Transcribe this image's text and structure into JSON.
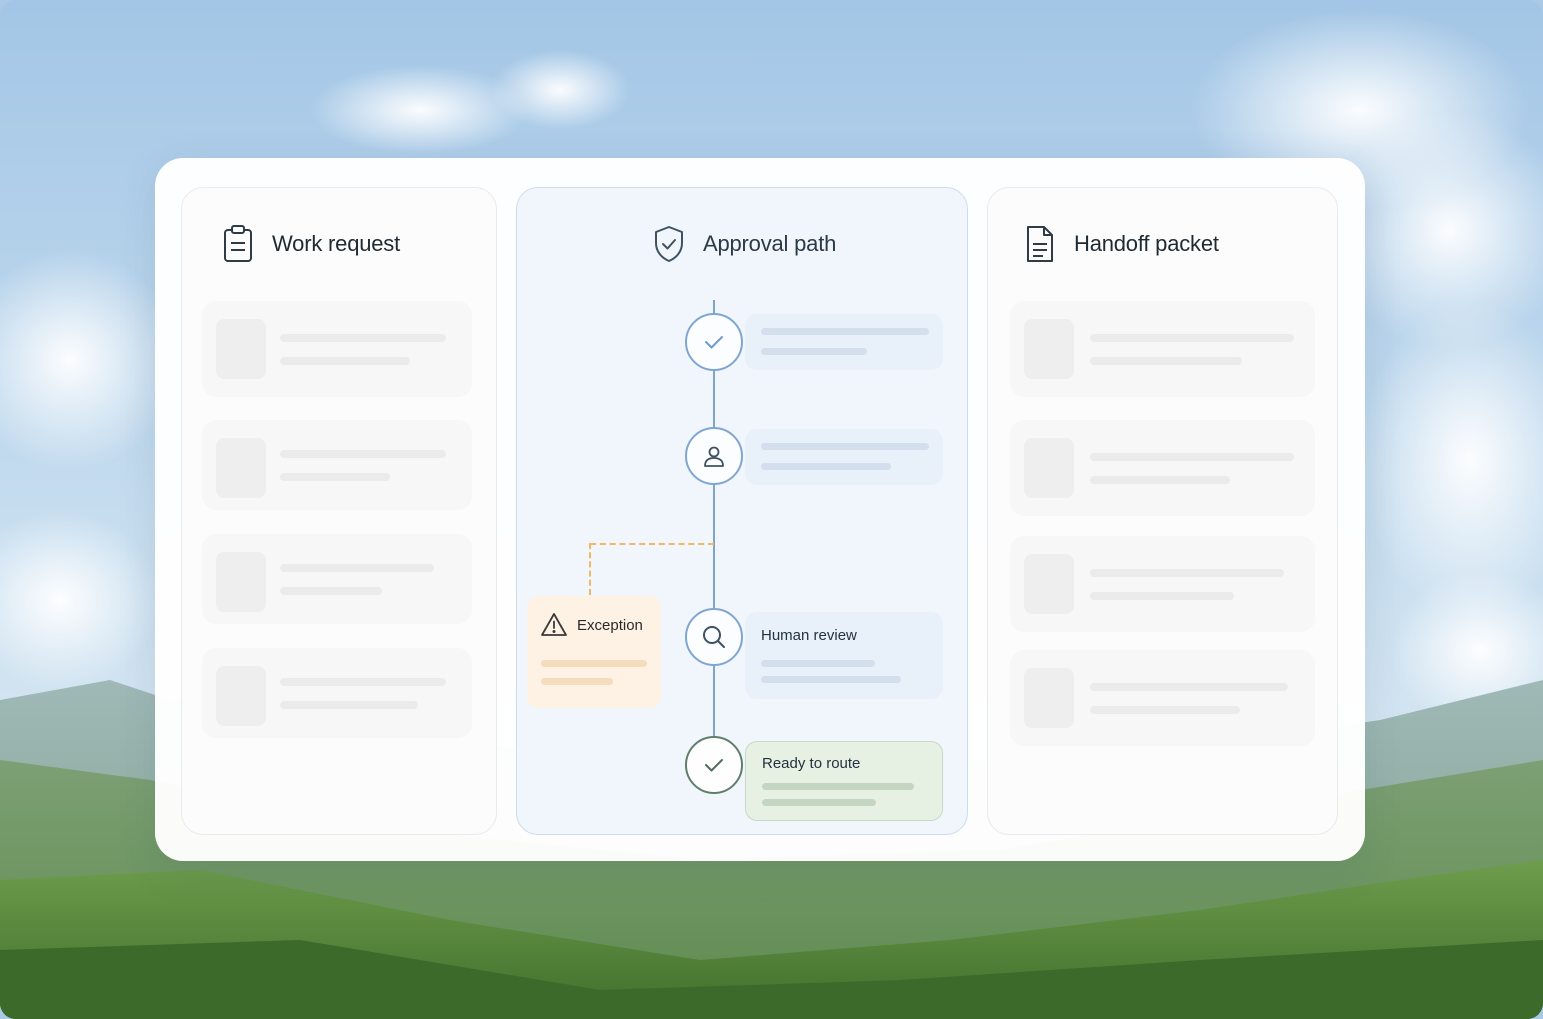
{
  "panels": {
    "work_request": {
      "title": "Work request",
      "icon": "clipboard-icon"
    },
    "approval_path": {
      "title": "Approval path",
      "icon": "shield-check-icon"
    },
    "handoff_packet": {
      "title": "Handoff packet",
      "icon": "document-icon"
    }
  },
  "approval_steps": [
    {
      "icon": "check-icon",
      "status": "complete"
    },
    {
      "icon": "user-icon",
      "status": "complete"
    },
    {
      "icon": "search-icon",
      "label": "Human review"
    },
    {
      "icon": "check-icon",
      "label": "Ready to route",
      "status": "ready"
    }
  ],
  "exception": {
    "label": "Exception",
    "icon": "warning-icon",
    "color": "#f0b860"
  },
  "colors": {
    "accent": "#7fa6d1",
    "ready": "#e6f1e4",
    "exception": "#fdf2e4"
  }
}
